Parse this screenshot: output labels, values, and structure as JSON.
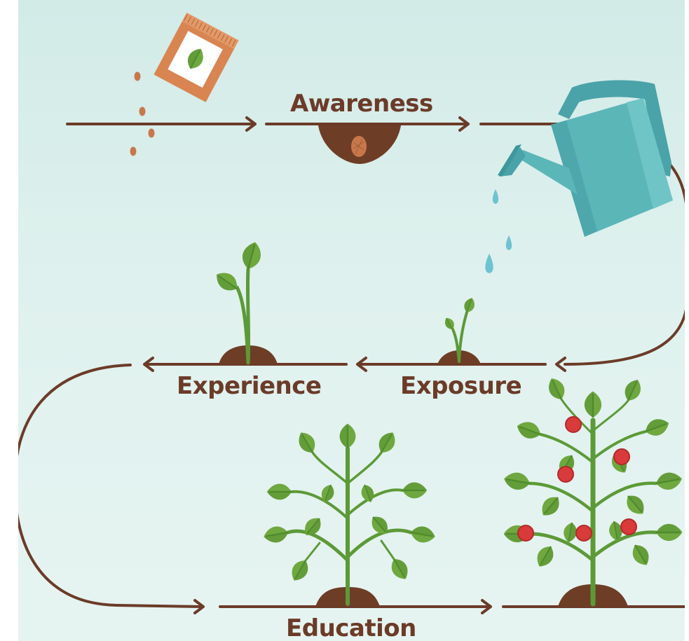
{
  "stages": {
    "awareness": "Awareness",
    "exposure": "Exposure",
    "experience": "Experience",
    "education": "Education"
  },
  "colors": {
    "path": "#6b3b28",
    "soil": "#6e3d26",
    "leaf": "#6ea83f",
    "leaf_dark": "#4f8a2e",
    "stem": "#5c9a37",
    "seed_packet": "#d98552",
    "water_can": "#5bb6b8",
    "water_drop": "#6ec3d0",
    "fruit": "#d93a3a",
    "background": "#d2ebe7"
  },
  "icons": [
    "seed-packet-icon",
    "seed-icon",
    "watering-can-icon",
    "water-drop-icon",
    "sprout-icon",
    "seedling-icon",
    "plant-icon",
    "fruit-tree-icon"
  ]
}
